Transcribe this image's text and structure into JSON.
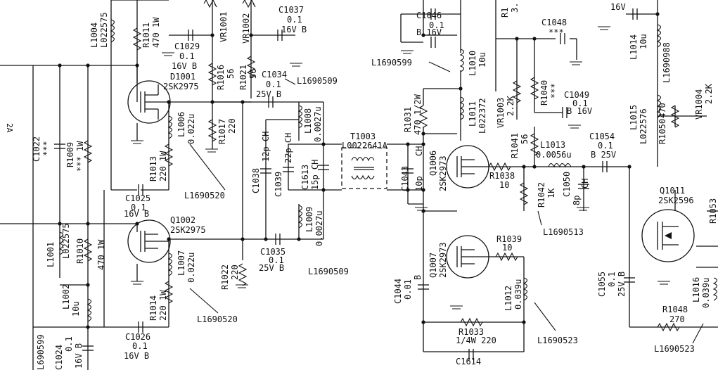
{
  "labels": {
    "l1004": "L1004",
    "l1004_pn": "L022575",
    "r1011": "R1011",
    "r1011_v": "470 1W",
    "c1029": "C1029",
    "c1029_v": "0.1",
    "c1029_r": "16V B",
    "vr1001": "VR1001",
    "vr1002": "VR1002",
    "c1037": "C1037",
    "c1037_v": "0.1",
    "c1037_r": "16V B",
    "r1016": "R1016",
    "r1016_v": "56",
    "r1021": "R1021",
    "r1021_v": "56",
    "d1001": "D1001",
    "d1001_pn": "2SK2975",
    "c1034": "C1034",
    "c1034_v": "0.1",
    "c1034_r": "25V B",
    "l1690509_a": "L1690509",
    "c1046": "C1046",
    "c1046_v": "0.1",
    "c1046_r": "B 16V",
    "l1690599": "L1690599",
    "l1010": "L1010",
    "l1010_v": "10u",
    "r1031": "R1031",
    "r1031_v": "470 1/2W",
    "l1011": "L1011",
    "l1011_pn": "L022372",
    "c1048": "C1048",
    "c1048_v": "***",
    "vr1003": "VR1003",
    "vr1003_v": "2.2K",
    "r1040": "R1040",
    "r1040_v": "***",
    "c1049": "C1049",
    "c1049_v": "0.1",
    "c1049_r": "B 16V",
    "l1014": "L1014",
    "l1014_v": "10u",
    "l1014_pn": "L1690988",
    "l1015": "L1015",
    "l1015_pn": "L022576",
    "r1050": "R1050",
    "r1050_v": "470",
    "vr1004": "VR1004",
    "vr1004_v": "2.2K",
    "c1054": "C1054",
    "c1054_v": "0.1",
    "c1054_r": "B 25V",
    "c1022": "C1022",
    "c1022_v": "***",
    "r1009": "R1009",
    "r1009_v": "*** 1W",
    "r1013": "R1013",
    "r1013_v": "220 1W",
    "l1006": "L1006",
    "l1006_v": "0.022u",
    "l1008": "L1008",
    "l1008_v": "0.0027u",
    "r1017": "R1017",
    "r1017_v": "220",
    "c1038": "C1038",
    "c1038_v": "12p CH",
    "c1039": "C1039",
    "c1039_v": "22p CH",
    "c1613": "C1613",
    "c1613_v": "15p CH",
    "t1003": "T1003",
    "t1003_pn": "L0022641A",
    "c1043": "C1043",
    "c1043_v": "10p",
    "c1043_r": "CH",
    "q1006": "Q1006",
    "q1006_pn": "2SK2973",
    "r1041": "R1041",
    "r1041_v": "56",
    "l1013": "L1013",
    "l1013_v": "0.0056u",
    "r1038": "R1038",
    "r1038_v": "10",
    "r1042": "R1042",
    "r1042_v": "1K",
    "c1050": "C1050",
    "c1050_v": "8p",
    "c1050_r": "CH",
    "l1690513": "L1690513",
    "q1011": "Q1011",
    "q1011_pn": "2SK2596",
    "r1053": "R1053",
    "l1690520_a": "L1690520",
    "c1025": "C1025",
    "c1025_v": "0.1",
    "c1025_r": "16V B",
    "q1002": "Q1002",
    "q1002_pn": "2SK2975",
    "l1001": "L1001",
    "l1001_pn": "L022575",
    "r1010": "R1010",
    "r1010_v": "470 1W",
    "l1007": "L1007",
    "l1007_v": "0.022u",
    "l1009": "L1009",
    "l1009_v": "0.0027u",
    "r1022": "R1022",
    "r1022_v": "220",
    "c1035": "C1035",
    "c1035_v": "0.1",
    "c1035_r": "25V B",
    "l1690509_b": "L1690509",
    "q1007": "Q1007",
    "q1007_pn": "2SK2973",
    "r1039": "R1039",
    "r1039_v": "10",
    "c1044": "C1044",
    "c1044_v": "0.01",
    "c1044_r": "B",
    "l1012": "L1012",
    "l1012_v": "0.039u",
    "c1055": "C1055",
    "c1055_v": "0.1",
    "c1055_r": "25V B",
    "l1016": "L1016",
    "l1016_v": "0.039u",
    "r1014": "R1014",
    "r1014_v": "220 1W",
    "l1002": "L1002",
    "l1002_v": "10u",
    "l1690520_b": "L1690520",
    "r1033": "R1033",
    "r1033_v": "1/4W 220",
    "l1690523_a": "L1690523",
    "r1048": "R1048",
    "r1048_v": "270",
    "l1690523_b": "L1690523",
    "c1024": "C1024",
    "c1024_v": "0.1",
    "c1024_r": "16V B",
    "c1026": "C1026",
    "c1026_v": "0.1",
    "c1026_r": "16V B",
    "c1614": "C1614",
    "l690599_edge": "L690599",
    "top_c_16v": "16V",
    "top_r1_frag": "R1",
    "top_3_frag": "3.",
    "left_edge_frag": "2A"
  }
}
